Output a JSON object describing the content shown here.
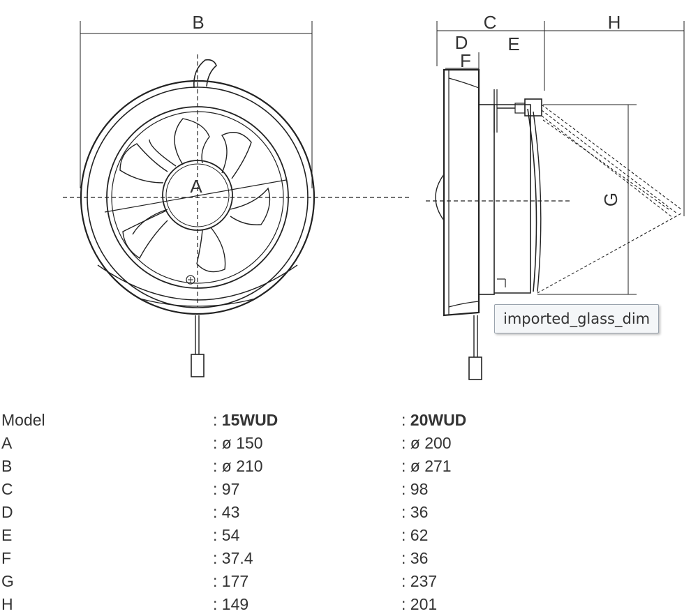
{
  "labels": {
    "B": "B",
    "A": "A",
    "C": "C",
    "D": "D",
    "E": "E",
    "F": "F",
    "G": "G",
    "H": "H"
  },
  "tooltip": "imported_glass_dim",
  "table": {
    "header": {
      "label": "Model",
      "v1": "15WUD",
      "v2": "20WUD"
    },
    "rows": [
      {
        "label": "A",
        "v1": "ø 150",
        "v2": "ø 200"
      },
      {
        "label": "B",
        "v1": "ø 210",
        "v2": "ø 271"
      },
      {
        "label": "C",
        "v1": "97",
        "v2": "98"
      },
      {
        "label": "D",
        "v1": "43",
        "v2": "36"
      },
      {
        "label": "E",
        "v1": "54",
        "v2": "62"
      },
      {
        "label": "F",
        "v1": "37.4",
        "v2": "36"
      },
      {
        "label": "G",
        "v1": "177",
        "v2": "237"
      },
      {
        "label": "H",
        "v1": "149",
        "v2": "201"
      }
    ]
  }
}
